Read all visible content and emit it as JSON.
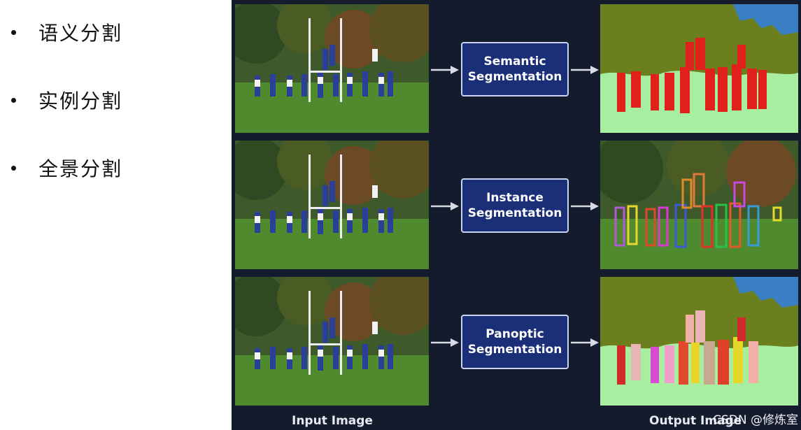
{
  "bullets": {
    "items": [
      {
        "label": "语义分割"
      },
      {
        "label": "实例分割"
      },
      {
        "label": "全景分割"
      }
    ]
  },
  "diagram": {
    "rows": [
      {
        "line1": "Semantic",
        "line2": "Segmentation"
      },
      {
        "line1": "Instance",
        "line2": "Segmentation"
      },
      {
        "line1": "Panoptic",
        "line2": "Segmentation"
      }
    ],
    "input_label": "Input Image",
    "output_label": "Output Image",
    "watermark": "CSDN @修炼室"
  },
  "colors": {
    "panel_bg": "#141b2c",
    "box_fill": "#1b2f78",
    "box_border": "#c9d4f4",
    "arrow": "#d8dbe4",
    "semantic_player": "#e0201b",
    "semantic_grass": "#a8eea0",
    "semantic_trees": "#6b7f1e",
    "semantic_sky": "#3a7fc4"
  }
}
